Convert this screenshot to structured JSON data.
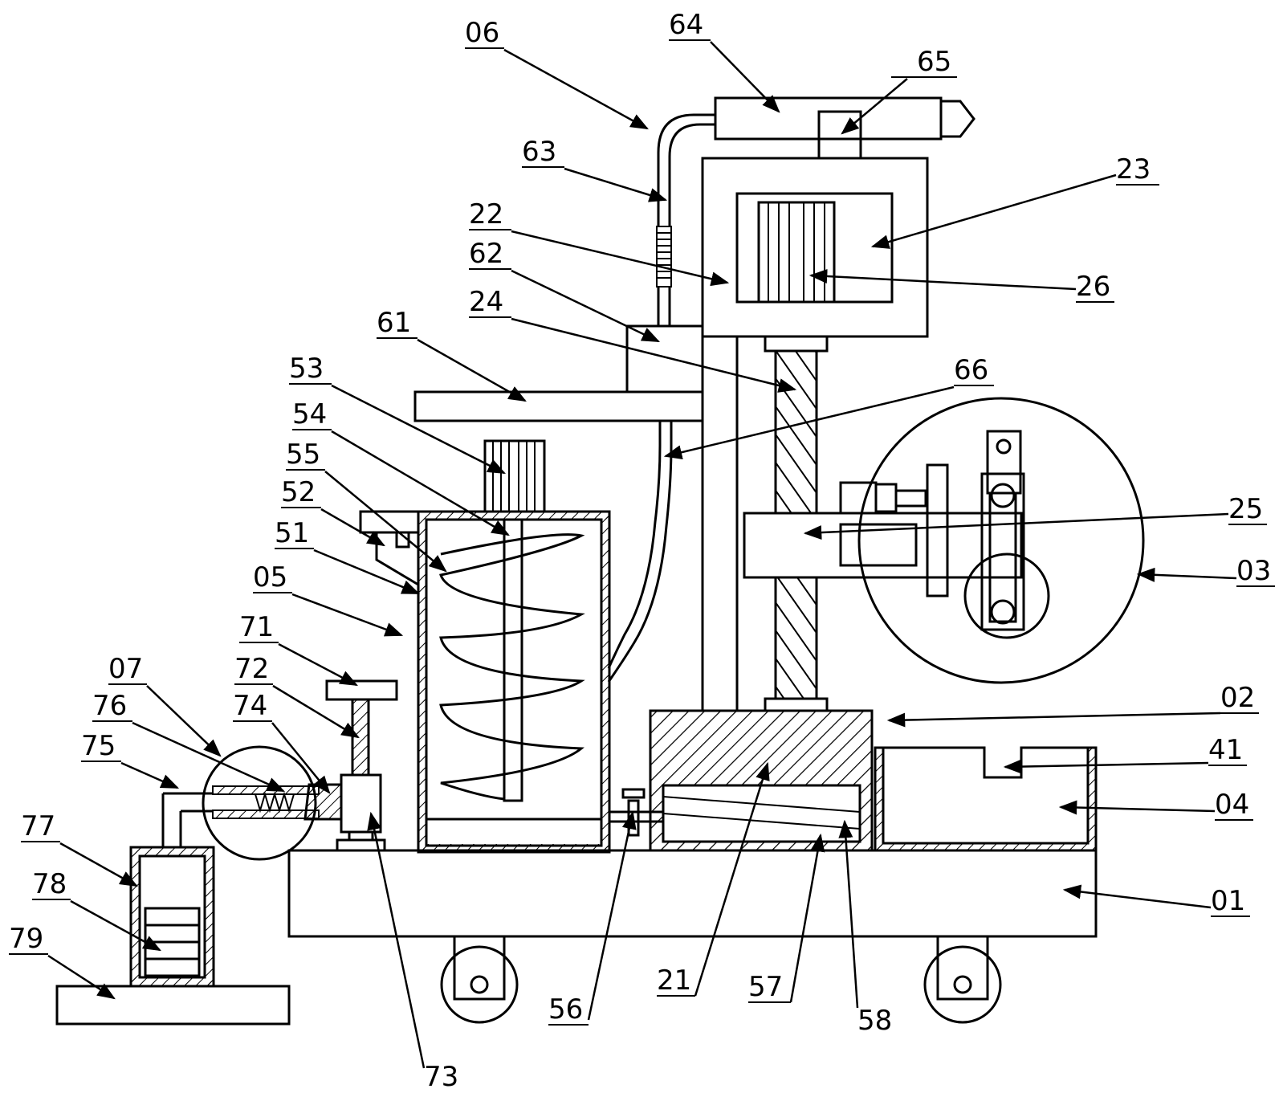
{
  "labels": [
    "06",
    "64",
    "65",
    "63",
    "23",
    "22",
    "62",
    "26",
    "24",
    "61",
    "66",
    "53",
    "54",
    "55",
    "52",
    "25",
    "51",
    "03",
    "05",
    "71",
    "02",
    "07",
    "72",
    "76",
    "74",
    "41",
    "75",
    "04",
    "77",
    "78",
    "01",
    "79",
    "21",
    "57",
    "56",
    "58",
    "73"
  ],
  "colors": {
    "line": "#000000",
    "background": "#ffffff"
  }
}
